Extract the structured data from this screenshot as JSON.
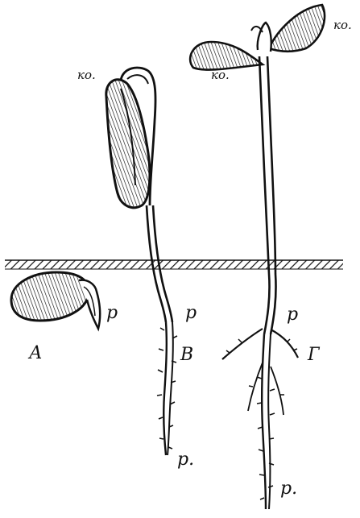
{
  "labels": {
    "cotyledon_b": "ко.",
    "cotyledon_g_left": "ко.",
    "cotyledon_g_right": "ко.",
    "root_a": "р",
    "root_b_top": "р",
    "root_b_bottom": "р.",
    "root_g_top": "р",
    "root_g_bottom": "р.",
    "stage_a": "А",
    "stage_b": "В",
    "stage_g": "Г"
  },
  "colors": {
    "ink": "#111111",
    "paper": "#ffffff"
  }
}
